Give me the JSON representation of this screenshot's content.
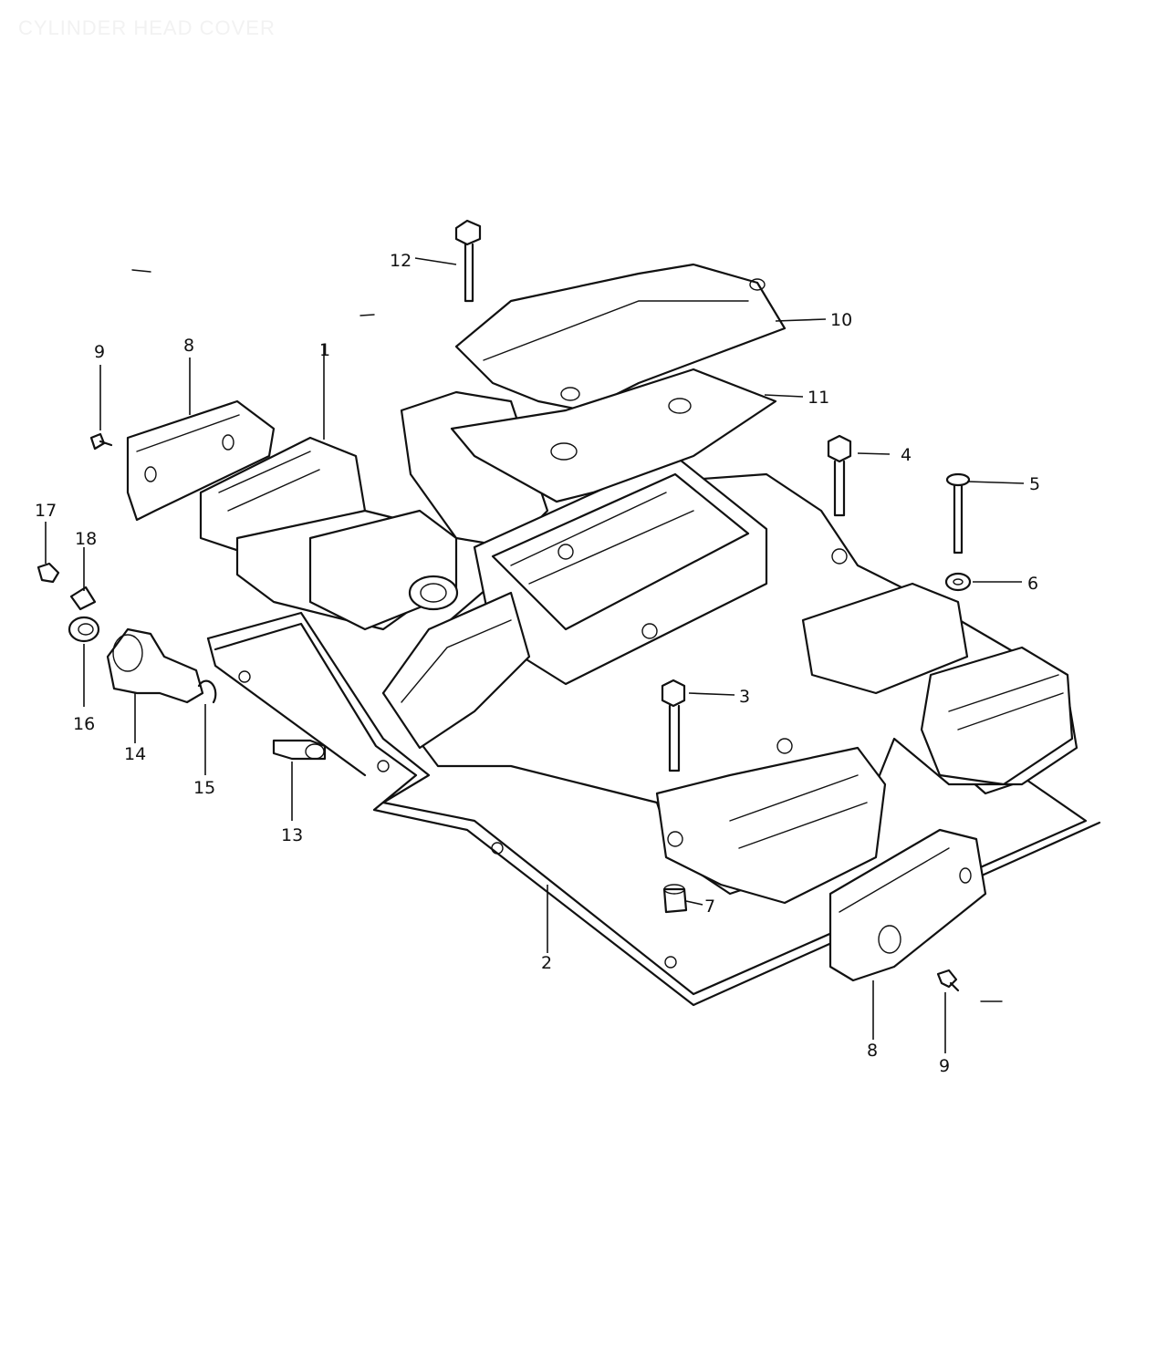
{
  "title": "CYLINDER HEAD COVER",
  "labels": {
    "p1": "1",
    "p2": "2",
    "p3": "3",
    "p4": "4",
    "p5": "5",
    "p6": "6",
    "p7": "7",
    "p8a": "8",
    "p8b": "8",
    "p9a": "9",
    "p9b": "9",
    "p10": "10",
    "p11": "11",
    "p12": "12",
    "p13": "13",
    "p14": "14",
    "p15": "15",
    "p16": "16",
    "p17": "17",
    "p18": "18"
  }
}
